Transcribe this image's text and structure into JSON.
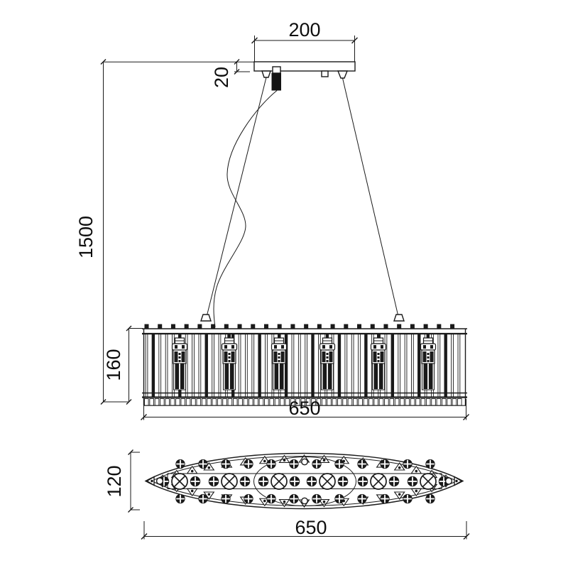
{
  "drawing": {
    "type": "technical-dimension-drawing",
    "subject": "six-light oval crystal pendant chandelier",
    "line_color": "#1a1a1a",
    "background_color": "#ffffff",
    "side_view": {
      "dim_canopy_width": "200",
      "dim_canopy_drop": "20",
      "dim_suspension_height": "1500",
      "dim_body_height": "160",
      "dim_body_length": "650",
      "lamp_count": 6
    },
    "bottom_view": {
      "dim_body_depth": "120",
      "dim_body_length": "650",
      "lamp_count": 6
    }
  }
}
